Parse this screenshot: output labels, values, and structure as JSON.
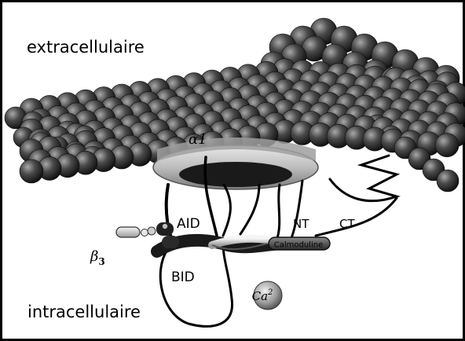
{
  "figure": {
    "regions": {
      "extracellular": "extracellulaire",
      "intracellular": "intracellulaire"
    },
    "channel_subunit": "α1",
    "segments": {
      "aid": "AID",
      "bid": "BID",
      "nt": "NT",
      "ct": "CT"
    },
    "beta_subunit": "β",
    "beta_subunit_index": "3",
    "protein_label": "Calmoduline",
    "ion_label": "Ca",
    "ion_charge": "2"
  },
  "colors": {
    "membrane_sphere_dark": "#1e1e1e",
    "membrane_sphere_light": "#9a9a9a",
    "channel_ring": "#c9c9c9",
    "background": "#ffffff",
    "frame": "#000000"
  }
}
